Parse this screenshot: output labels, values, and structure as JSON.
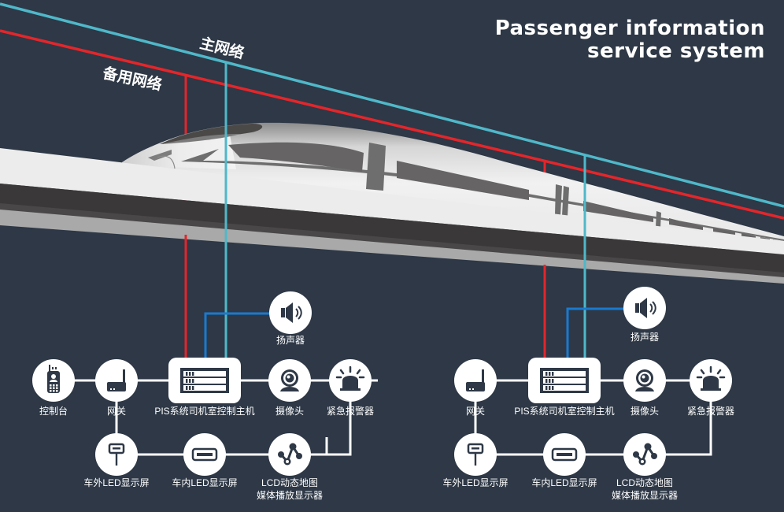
{
  "title": {
    "line1": "Passenger information",
    "line2": "service system"
  },
  "networks": {
    "main": {
      "label": "主网络",
      "color": "#4fb8c9"
    },
    "backup": {
      "label": "备用网络",
      "color": "#e3262b"
    },
    "audio_link_color": "#1a7ad0",
    "device_link_color": "#ffffff"
  },
  "colors": {
    "background": "#2e3846",
    "node_fill": "#ffffff",
    "icon_color": "#2e3846"
  },
  "clusters": [
    {
      "id": "car-1",
      "nodes": {
        "console": {
          "label": "控制台",
          "icon": "walkie-talkie-icon"
        },
        "gateway": {
          "label": "网关",
          "icon": "router-icon"
        },
        "host": {
          "label": "PIS系统司机室控制主机",
          "icon": "server-rack-icon"
        },
        "camera": {
          "label": "摄像头",
          "icon": "webcam-icon"
        },
        "alarm": {
          "label": "紧急报警器",
          "icon": "siren-icon"
        },
        "speaker": {
          "label": "扬声器",
          "icon": "speaker-icon"
        },
        "outer_led": {
          "label": "车外LED显示屏",
          "icon": "signboard-icon"
        },
        "inner_led": {
          "label": "车内LED显示屏",
          "icon": "led-panel-icon"
        },
        "lcd": {
          "label_line1": "LCD动态地图",
          "label_line2": "媒体播放显示器",
          "icon": "share-nodes-icon"
        }
      }
    },
    {
      "id": "car-2",
      "nodes": {
        "gateway": {
          "label": "网关",
          "icon": "router-icon"
        },
        "host": {
          "label": "PIS系统司机室控制主机",
          "icon": "server-rack-icon"
        },
        "camera": {
          "label": "摄像头",
          "icon": "webcam-icon"
        },
        "alarm": {
          "label": "紧急报警器",
          "icon": "siren-icon"
        },
        "speaker": {
          "label": "扬声器",
          "icon": "speaker-icon"
        },
        "outer_led": {
          "label": "车外LED显示屏",
          "icon": "signboard-icon"
        },
        "inner_led": {
          "label": "车内LED显示屏",
          "icon": "led-panel-icon"
        },
        "lcd": {
          "label_line1": "LCD动态地图",
          "label_line2": "媒体播放显示器",
          "icon": "share-nodes-icon"
        }
      }
    }
  ]
}
